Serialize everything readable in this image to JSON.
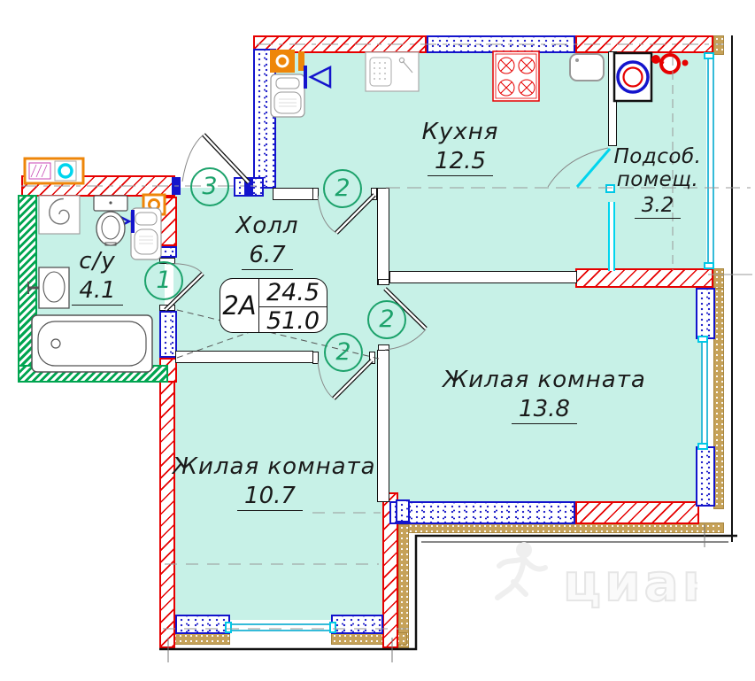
{
  "apartment_tag": {
    "type": "2А",
    "living_area": "24.5",
    "total_area": "51.0"
  },
  "rooms": {
    "kitchen": {
      "label": "Кухня",
      "area": "12.5"
    },
    "utility": {
      "line1": "Подсоб.",
      "line2": "помещ.",
      "area": "3.2"
    },
    "hall": {
      "label": "Холл",
      "area": "6.7"
    },
    "bathroom": {
      "label": "с/у",
      "area": "4.1"
    },
    "living1": {
      "label": "Жилая комната",
      "area": "13.8"
    },
    "living2": {
      "label": "Жилая комната",
      "area": "10.7"
    }
  },
  "door_marks": {
    "entrance": "3",
    "kitchen": "2",
    "bathroom": "1",
    "living1": "2",
    "living2": "2"
  },
  "watermark": "циан",
  "colors": {
    "room_fill": "#C7F1E7",
    "wall_red": "#E60000",
    "wall_blue": "#1414CC",
    "wall_green": "#00A550",
    "insulation_tan": "#C6A259",
    "glazing_cyan": "#35BBD9",
    "partition_cyan": "#00D5EE",
    "accent_orange": "#EE8609",
    "mark_green": "#1CA26B"
  }
}
